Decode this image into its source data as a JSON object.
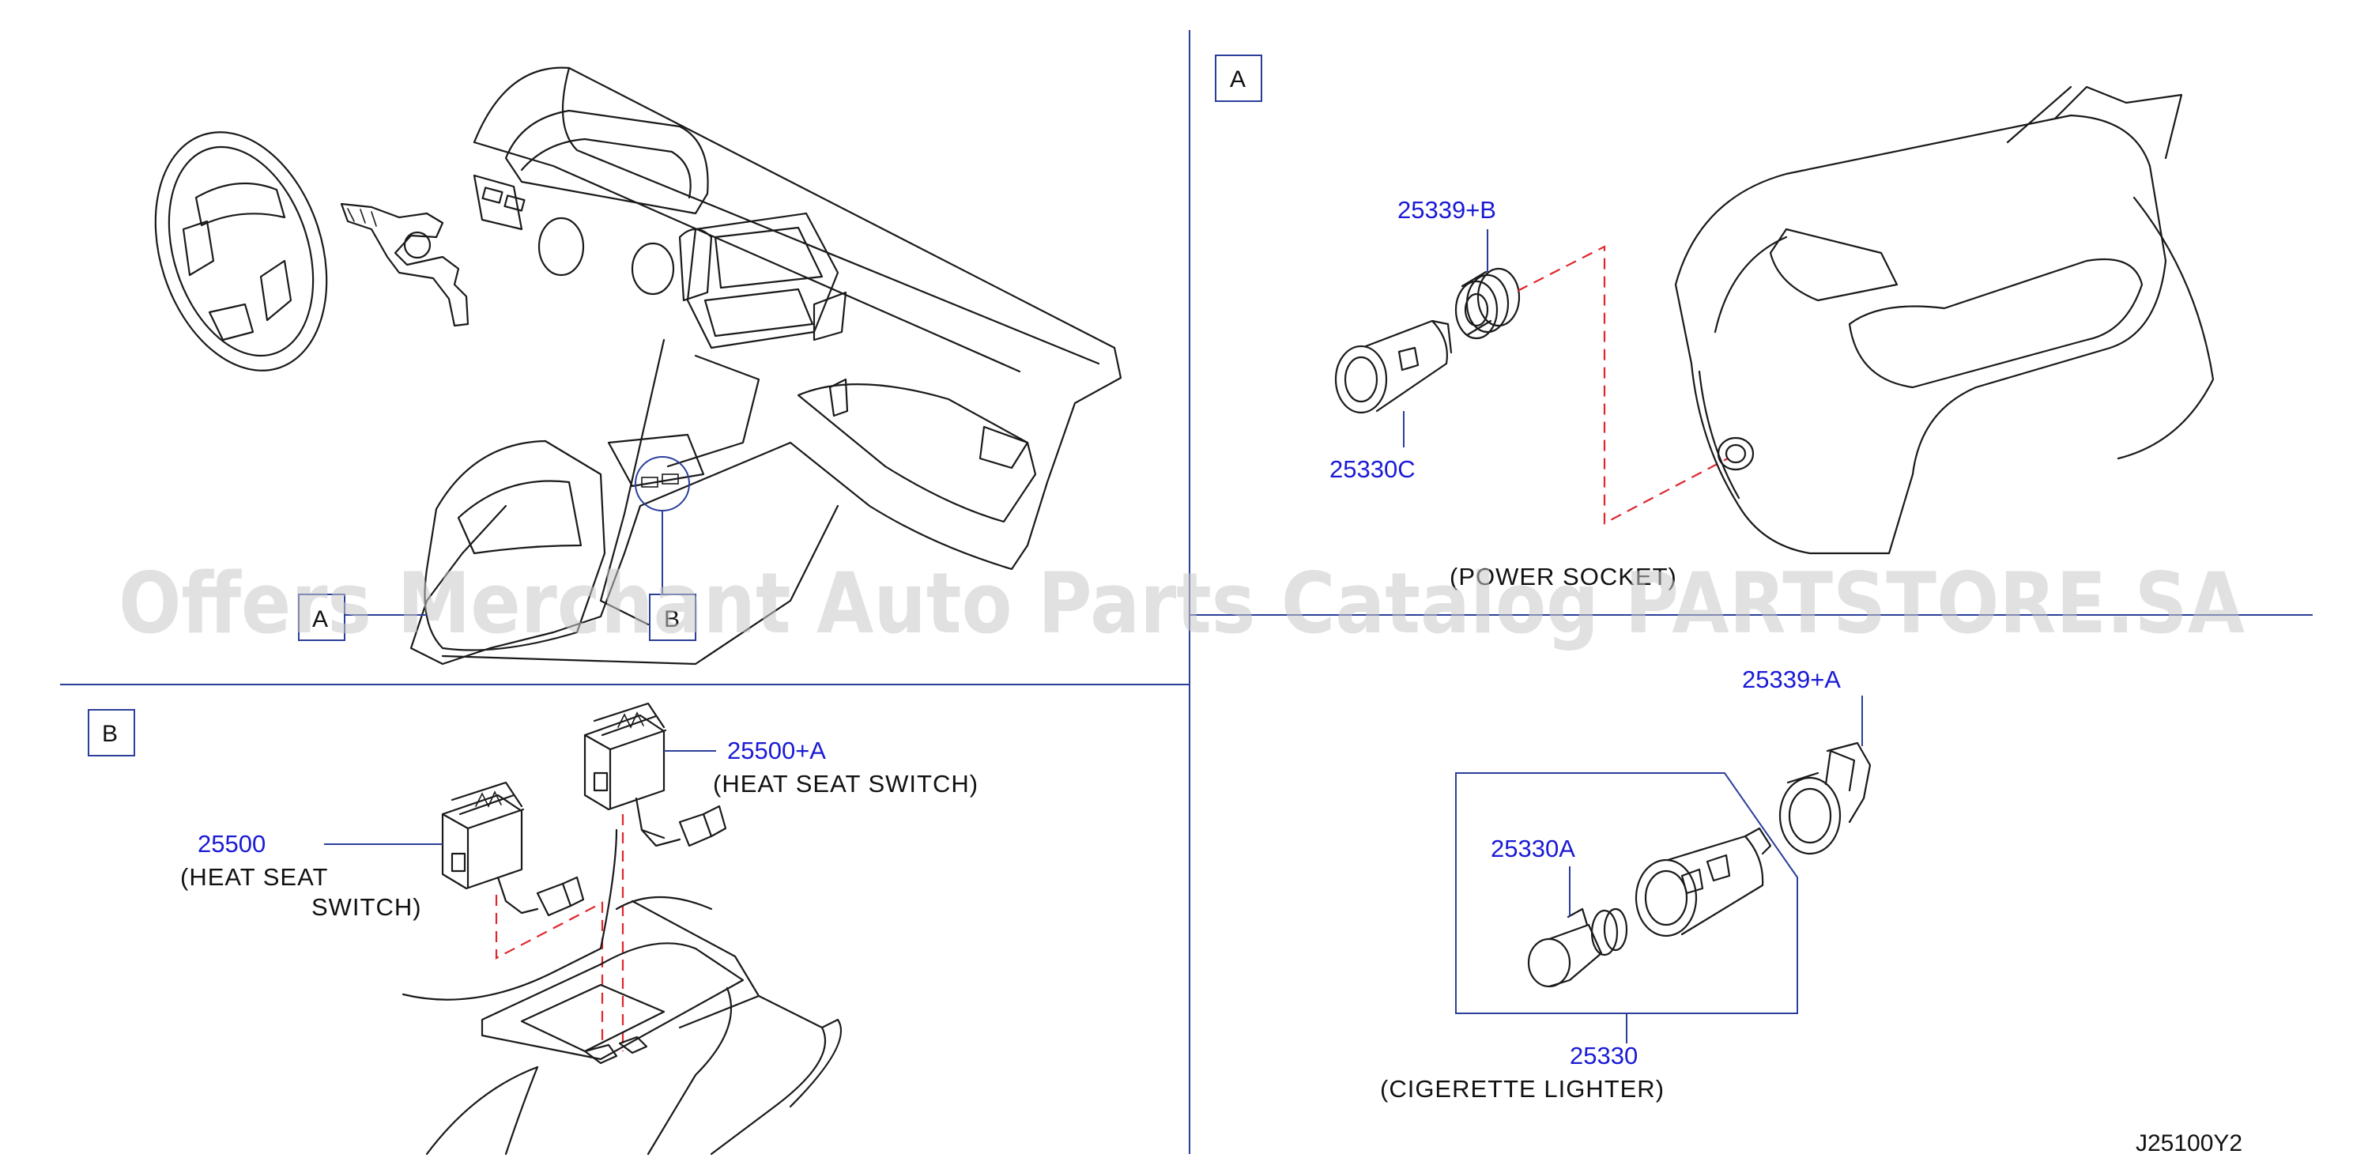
{
  "sections": {
    "main": {
      "ref_a": "A",
      "ref_b": "B"
    },
    "a": {
      "label": "A"
    },
    "b": {
      "label": "B"
    }
  },
  "parts": {
    "p25339b": {
      "number": "25339+B"
    },
    "p25330c": {
      "number": "25330C"
    },
    "p25339a": {
      "number": "25339+A"
    },
    "p25330a": {
      "number": "25330A"
    },
    "p25330": {
      "number": "25330"
    },
    "p25500a": {
      "number": "25500+A",
      "caption": "(HEAT   SEAT   SWITCH)"
    },
    "p25500": {
      "number": "25500",
      "caption_line1": "(HEAT   SEAT",
      "caption_line2": "SWITCH)"
    }
  },
  "captions": {
    "power_socket": "(POWER   SOCKET)",
    "cigarette_lighter": "(CIGERETTE   LIGHTER)"
  },
  "diagram_code": "J25100Y2",
  "watermark": "Offers Merchant Auto Parts Catalog PARTSTORE.SA",
  "colors": {
    "part_number": "#1a1ad6",
    "leader": "#2b3f9a",
    "install_dash": "#e0262b"
  }
}
